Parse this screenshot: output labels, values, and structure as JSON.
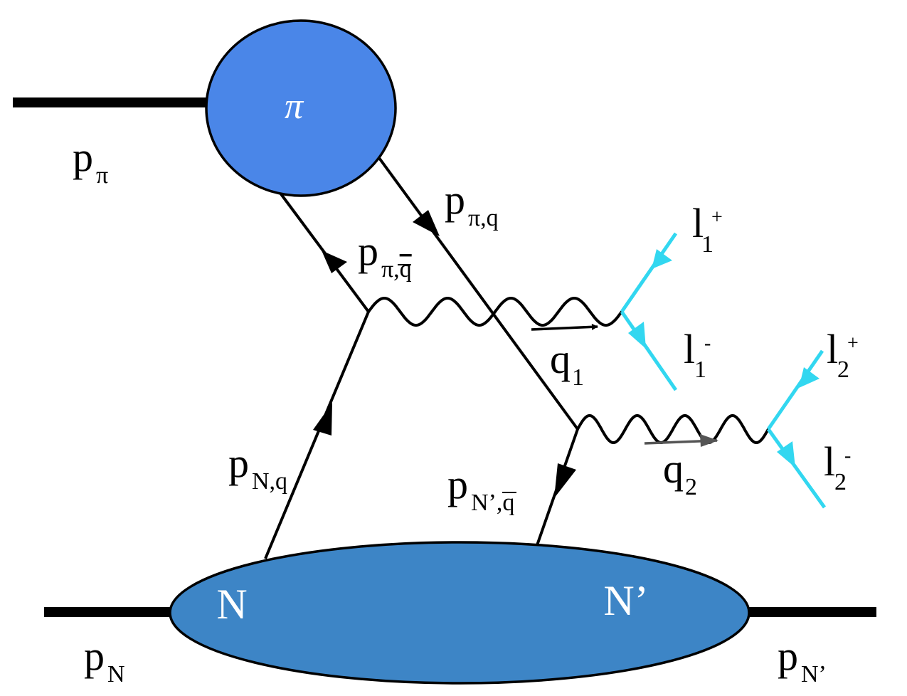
{
  "colors": {
    "pion_fill": "#4a86e8",
    "nucleon_fill": "#3d85c6",
    "lepton": "#32d7f0",
    "line": "#000000",
    "q2_arrow": "#555555"
  },
  "blobs": {
    "pion": "π",
    "nucleon": "N",
    "nucleon_prime": "N’"
  },
  "labels": {
    "p_pi": {
      "main": "p",
      "sub": "π"
    },
    "p_pi_q": {
      "main": "p",
      "sub": "π,q"
    },
    "p_pi_qbar": {
      "main": "p",
      "sub_prefix": "π,",
      "sub_bar": "q"
    },
    "p_N_q": {
      "main": "p",
      "sub": "N,q"
    },
    "p_Nprime_qbar": {
      "main": "p",
      "sub_prefix": "N’,",
      "sub_bar": "q"
    },
    "p_N": {
      "main": "p",
      "sub": "N"
    },
    "p_Nprime": {
      "main": "p",
      "sub": "N’"
    },
    "q1": {
      "main": "q",
      "sub": "1"
    },
    "q2": {
      "main": "q",
      "sub": "2"
    },
    "l1_plus": {
      "main": "l",
      "sub": "1",
      "sup": "+"
    },
    "l1_minus": {
      "main": "l",
      "sub": "1",
      "sup": "-"
    },
    "l2_plus": {
      "main": "l",
      "sub": "2",
      "sup": "+"
    },
    "l2_minus": {
      "main": "l",
      "sub": "2",
      "sup": "-"
    }
  }
}
